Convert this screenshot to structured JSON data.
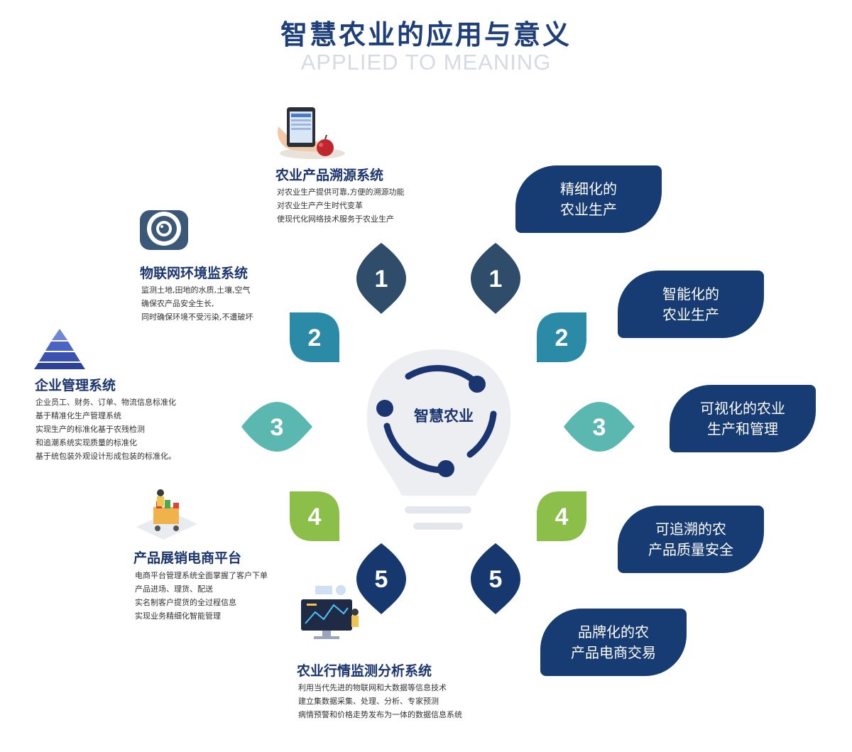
{
  "header": {
    "title": "智慧农业的应用与意义",
    "subtitle": "APPLIED TO MEANING"
  },
  "center": {
    "label": "智慧农业"
  },
  "numbers": [
    "1",
    "2",
    "3",
    "4",
    "5"
  ],
  "colors": {
    "n1": "#2f4d6b",
    "n2": "#2b8aa6",
    "n3": "#5ab8b0",
    "n4": "#8cbf4a",
    "n5": "#17386e",
    "pill": "#173c73",
    "title": "#1e3f7a"
  },
  "systems": [
    {
      "title": "农业产品溯源系统",
      "icon": "phone-apple-icon",
      "lines": [
        "对农业生产提供可靠,方便的溯源功能",
        "对农业生产产生时代变革",
        "使现代化网络技术服务于农业生产"
      ]
    },
    {
      "title": "物联网环境监系统",
      "icon": "camera-eye-icon",
      "lines": [
        "监测土地,田地的水质,土壤,空气",
        "确保农产品安全生长,",
        "同时确保环境不受污染,不遭破坏"
      ]
    },
    {
      "title": "企业管理系统",
      "icon": "pyramid-icon",
      "lines": [
        "企业员工、财务、订单、物流信息标准化",
        "基于精准化生产管理系统",
        "实现生产的标准化基于农残检测",
        "和追潮系统实现质量的标准化",
        "基于统包装外观设计形成包装的标准化。"
      ]
    },
    {
      "title": "产品展销电商平台",
      "icon": "shopping-cart-icon",
      "lines": [
        "电商平台管理系统全面掌握了客户下单",
        "产品进场、理货、配送",
        "实名制客户提货的全过程信息",
        "实现业务精细化智能管理"
      ]
    },
    {
      "title": "农业行情监测分析系统",
      "icon": "analytics-monitor-icon",
      "lines": [
        "利用当代先进的物联网和大数据等信息技术",
        "建立集数据采集、处理、分析、专家预测",
        "病情预警和价格走势发布为一体的数据信息系统"
      ]
    }
  ],
  "meanings": [
    {
      "line1": "精细化的",
      "line2": "农业生产"
    },
    {
      "line1": "智能化的",
      "line2": "农业生产"
    },
    {
      "line1": "可视化的农业",
      "line2": "生产和管理"
    },
    {
      "line1": "可追溯的农",
      "line2": "产品质量安全"
    },
    {
      "line1": "品牌化的农",
      "line2": "产品电商交易"
    }
  ]
}
